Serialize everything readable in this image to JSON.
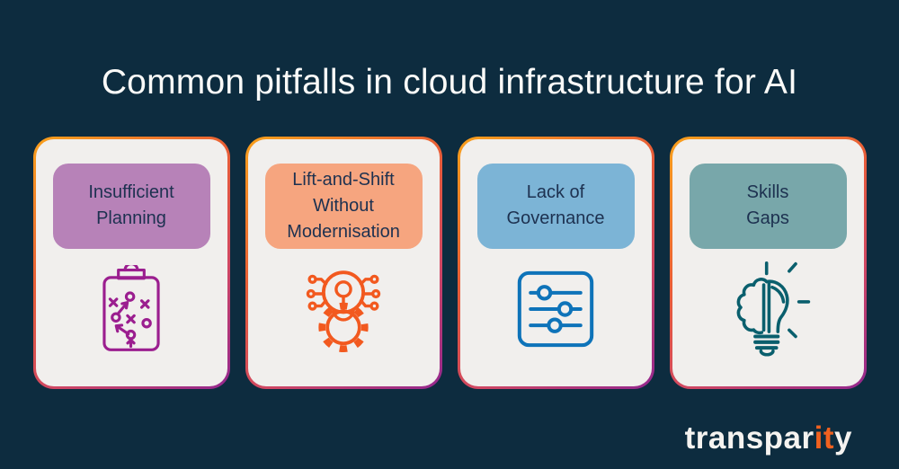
{
  "title": "Common pitfalls in cloud infrastructure for AI",
  "cards": [
    {
      "label": "Insufficient\nPlanning",
      "pill_color": "#b782b8",
      "icon": "strategy-clipboard-icon",
      "icon_color": "#9b1e8f"
    },
    {
      "label": "Lift-and-Shift\nWithout\nModernisation",
      "pill_color": "#f6a57f",
      "icon": "bulb-gear-circuit-icon",
      "icon_color": "#f2591f"
    },
    {
      "label": "Lack of\nGovernance",
      "pill_color": "#7cb4d6",
      "icon": "governance-sliders-icon",
      "icon_color": "#0e73b9"
    },
    {
      "label": "Skills\nGaps",
      "pill_color": "#78a7aa",
      "icon": "brain-lightbulb-icon",
      "icon_color": "#0a5f6d"
    }
  ],
  "logo": {
    "prefix": "transpar",
    "highlight": "it",
    "suffix": "y"
  },
  "colors": {
    "page_bg": "#0d2c3f",
    "card_bg": "#f1efed",
    "title_text": "#fafaf8",
    "pill_text": "#1d3150",
    "logo_text": "#f5f3f0",
    "logo_accent": "#f0611f",
    "card_border_gradient": [
      "#f9a11b",
      "#e95e36",
      "#d04763",
      "#93278f"
    ]
  }
}
